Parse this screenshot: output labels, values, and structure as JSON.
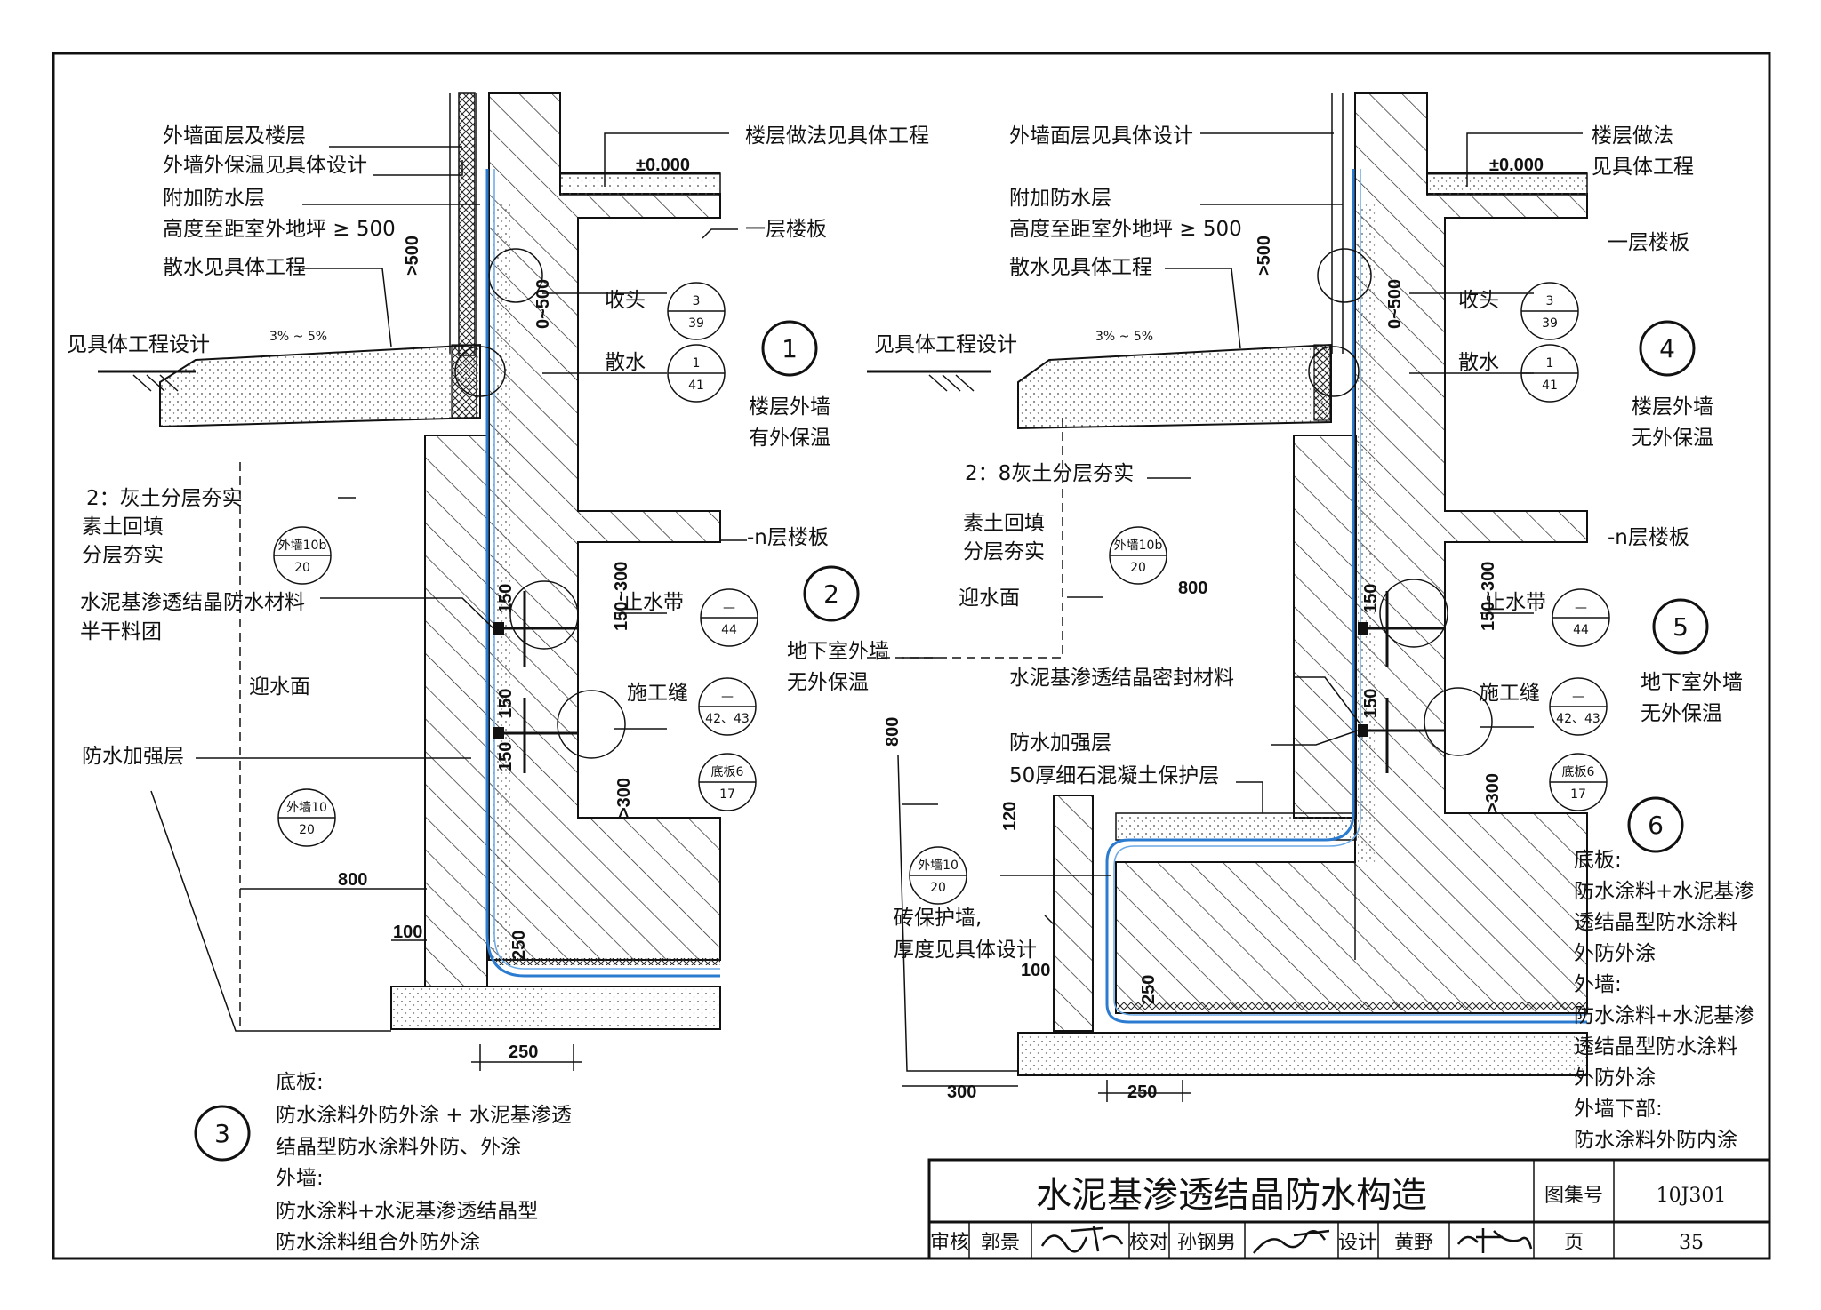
{
  "sheet": {
    "title": "水泥基渗透结晶防水构造",
    "atlas_label": "图集号",
    "atlas_no": "10J301",
    "page_label": "页",
    "page_no": "35",
    "review_label": "审核",
    "reviewer": "郭景",
    "check_label": "校对",
    "checker": "孙钢男",
    "design_label": "设计",
    "designer": "黄野"
  },
  "left": {
    "l1": "外墙面层及楼层",
    "l2": "外墙外保温见具体设计",
    "l3": "附加防水层",
    "l4": "高度至距室外地坪 ≥ 500",
    "l5": "散水见具体工程",
    "l6": "见具体工程设计",
    "slope": "3% ~ 5%",
    "floor_note": "楼层做法见具体工程",
    "elev": "±0.000",
    "slab1": "一层楼板",
    "slabn": "-n层楼板",
    "soil1": "2：灰土分层夯实",
    "soil2": "素土回填",
    "soil3": "分层夯实",
    "mat1": "水泥基渗透结晶防水材料",
    "mat2": "半干料团",
    "face": "迎水面",
    "reinf": "防水加强层",
    "shoutou": "收头",
    "sanshui": "散水",
    "zhishui": "止水带",
    "shigong": "施工缝",
    "d500": ">500",
    "d0500": "0~500",
    "d150": "150",
    "d150_300": "150~300",
    "d300": ">300",
    "d800": "800",
    "d100": "100",
    "d250": "250",
    "d250b": "250",
    "ref_shoutou_top": "3",
    "ref_shoutou_bot": "39",
    "ref_sanshui_top": "1",
    "ref_sanshui_bot": "41",
    "ref_zhishui_top": "—",
    "ref_zhishui_bot": "44",
    "ref_shigong_top": "—",
    "ref_shigong_bot": "42、43",
    "ref_diban_top": "底板6",
    "ref_diban_bot": "17",
    "ref_wq100_top": "外墙10b",
    "ref_wq100_bot": "20",
    "ref_wq10_top": "外墙10",
    "ref_wq10_bot": "20",
    "c1": "1",
    "c1_t1": "楼层外墙",
    "c1_t2": "有外保温",
    "c2": "2",
    "c2_t1": "地下室外墙",
    "c2_t2": "无外保温",
    "c3": "3",
    "n1": "底板:",
    "n2": "防水涂料外防外涂 + 水泥基渗透",
    "n3": "结晶型防水涂料外防、外涂",
    "n4": "外墙:",
    "n5": "防水涂料+水泥基渗透结晶型",
    "n6": "防水涂料组合外防外涂"
  },
  "right": {
    "r1": "外墙面层见具体设计",
    "r3": "附加防水层",
    "r4": "高度至距室外地坪 ≥ 500",
    "r5": "散水见具体工程",
    "r6": "见具体工程设计",
    "slope": "3% ~ 5%",
    "floor1": "楼层做法",
    "floor2": "见具体工程",
    "elev": "±0.000",
    "slab1": "一层楼板",
    "slabn": "-n层楼板",
    "soil1": "2：8灰土分层夯实",
    "soil2": "素土回填",
    "soil3": "分层夯实",
    "face": "迎水面",
    "seal": "水泥基渗透结晶密封材料",
    "reinf": "防水加强层",
    "protect": "50厚细石混凝土保护层",
    "brick1": "砖保护墙,",
    "brick2": "厚度见具体设计",
    "shoutou": "收头",
    "sanshui": "散水",
    "zhishui": "止水带",
    "shigong": "施工缝",
    "d500": ">500",
    "d0500": "0~500",
    "d150": "150",
    "d150_300": "150~300",
    "d300": ">300",
    "d800a": "800",
    "d800b": "800",
    "d120": "120",
    "d100": "100",
    "d250": "250",
    "d250b": "250",
    "d300b": "300",
    "ref_shoutou_top": "3",
    "ref_shoutou_bot": "39",
    "ref_sanshui_top": "1",
    "ref_sanshui_bot": "41",
    "ref_zhishui_top": "—",
    "ref_zhishui_bot": "44",
    "ref_shigong_top": "—",
    "ref_shigong_bot": "42、43",
    "ref_diban_top": "底板6",
    "ref_diban_bot": "17",
    "ref_wq100_top": "外墙10b",
    "ref_wq100_bot": "20",
    "ref_wq10_top": "外墙10",
    "ref_wq10_bot": "20",
    "c4": "4",
    "c4_t1": "楼层外墙",
    "c4_t2": "无外保温",
    "c5": "5",
    "c5_t1": "地下室外墙",
    "c5_t2": "无外保温",
    "c6": "6",
    "n1": "底板:",
    "n2": "防水涂料+水泥基渗",
    "n3": "透结晶型防水涂料",
    "n4": "外防外涂",
    "n5": "外墙:",
    "n6": "防水涂料+水泥基渗",
    "n7": "透结晶型防水涂料",
    "n8": "外防外涂",
    "n9": "外墙下部:",
    "n10": "防水涂料外防内涂"
  }
}
